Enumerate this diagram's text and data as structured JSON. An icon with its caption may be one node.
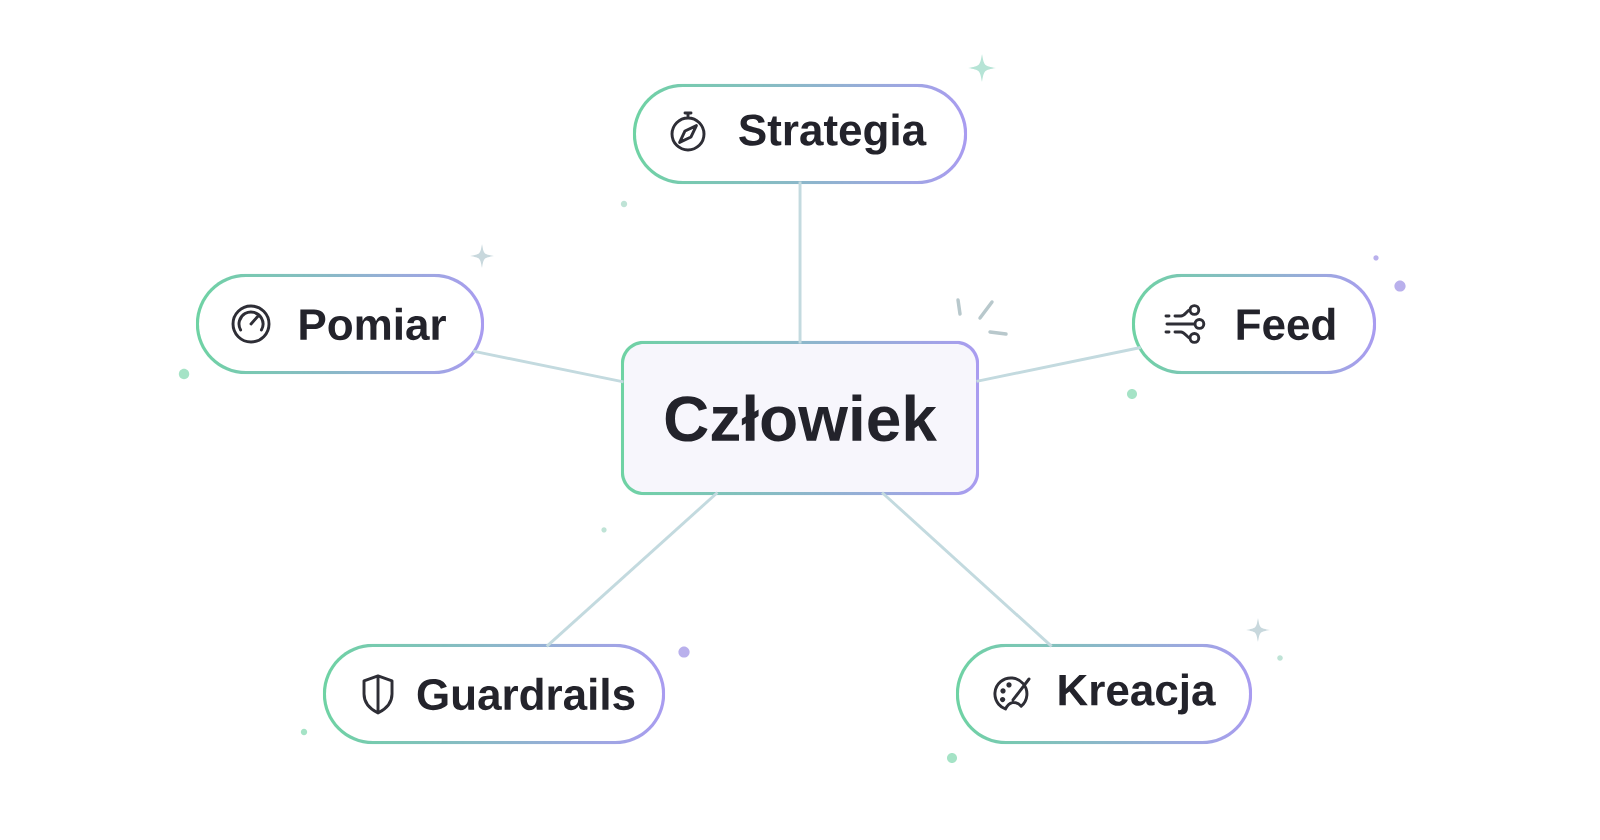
{
  "diagram": {
    "nodes": [
      {
        "text": [
          "Człowiek"
        ]
      },
      {
        "text": [
          "Strategia"
        ]
      },
      {
        "text": [
          "Pomiar"
        ]
      },
      {
        "text": [
          "Feed"
        ]
      },
      {
        "text": [
          "Guardrails"
        ]
      },
      {
        "text": [
          "Kreacja"
        ]
      }
    ],
    "edges": [
      {
        "from": 0,
        "to": 1,
        "arrow": "none"
      },
      {
        "from": 0,
        "to": 2,
        "arrow": "none"
      },
      {
        "from": 0,
        "to": 3,
        "arrow": "none"
      },
      {
        "from": 0,
        "to": 4,
        "arrow": "none"
      },
      {
        "from": 0,
        "to": 5,
        "arrow": "none"
      }
    ]
  }
}
